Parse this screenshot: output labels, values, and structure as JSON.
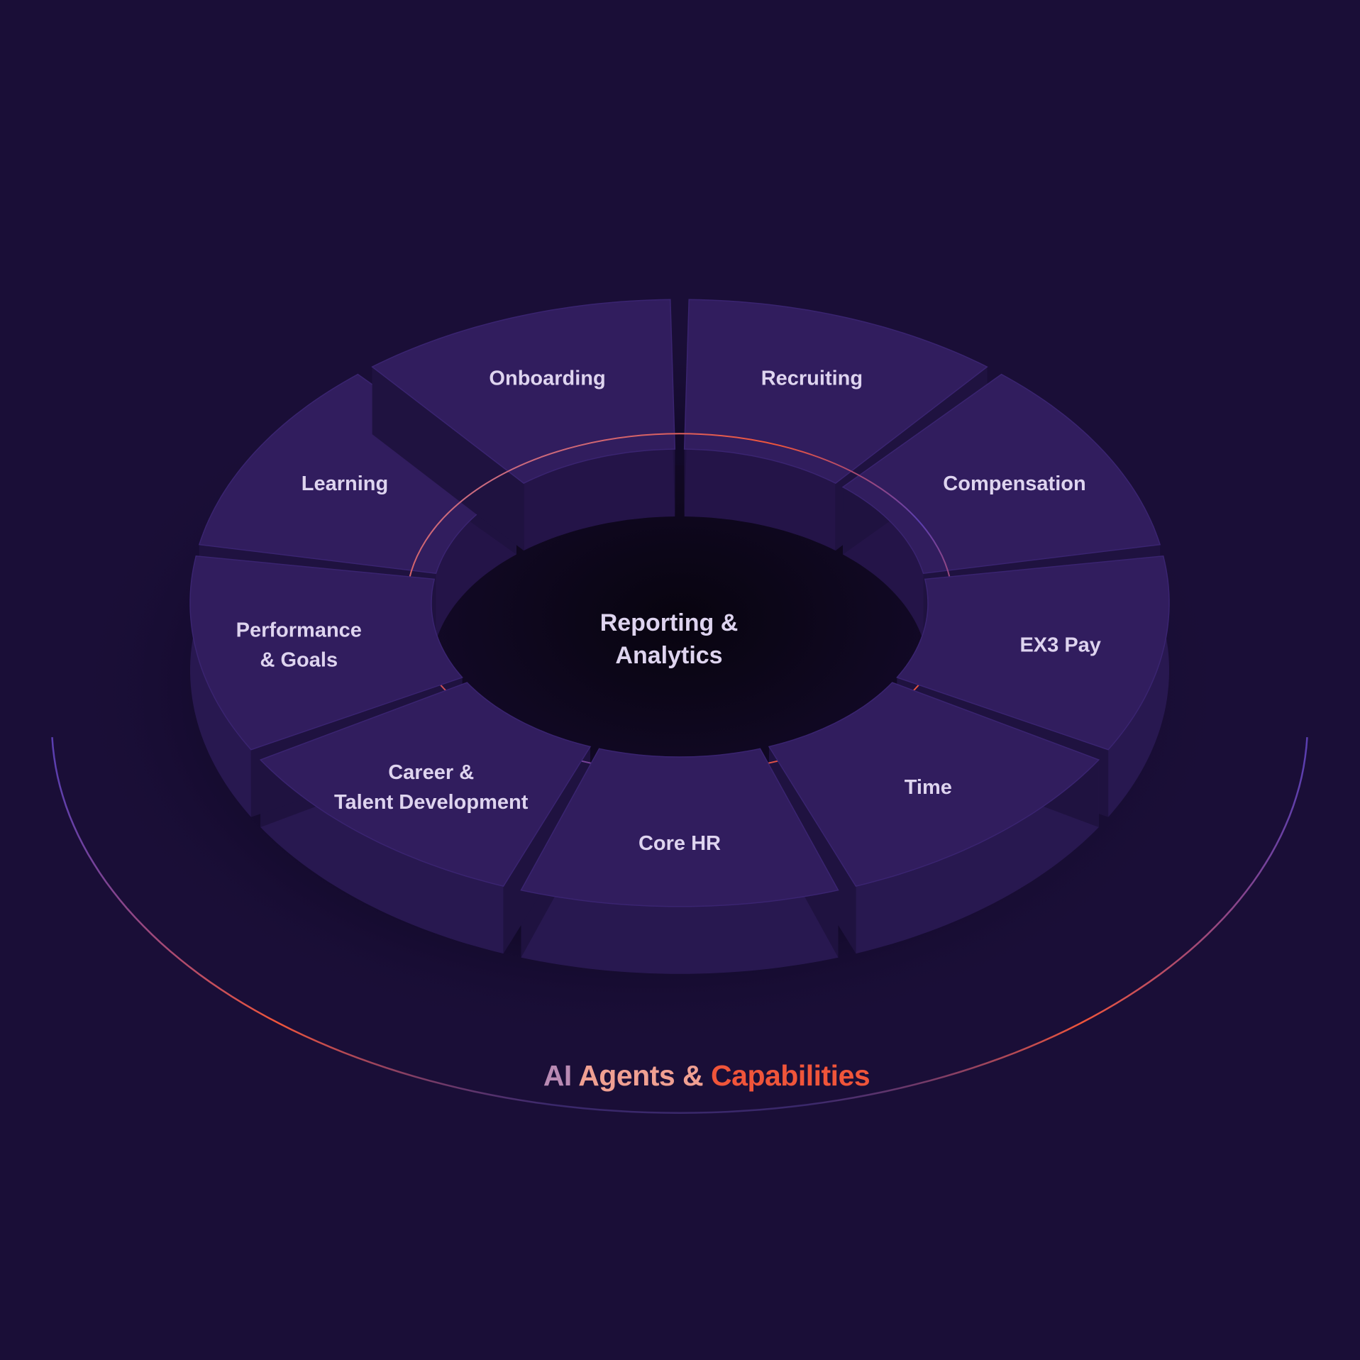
{
  "diagram": {
    "center": {
      "lines": [
        "Reporting &",
        "Analytics"
      ]
    },
    "segments": [
      {
        "id": "recruiting",
        "lines": [
          "Recruiting"
        ]
      },
      {
        "id": "compensation",
        "lines": [
          "Compensation"
        ]
      },
      {
        "id": "ex3-pay",
        "lines": [
          "EX3 Pay"
        ]
      },
      {
        "id": "time",
        "lines": [
          "Time"
        ]
      },
      {
        "id": "core-hr",
        "lines": [
          "Core HR"
        ]
      },
      {
        "id": "career-talent-development",
        "lines": [
          "Career &",
          "Talent Development"
        ]
      },
      {
        "id": "performance-goals",
        "lines": [
          "Performance",
          "& Goals"
        ]
      },
      {
        "id": "learning",
        "lines": [
          "Learning"
        ]
      },
      {
        "id": "onboarding",
        "lines": [
          "Onboarding"
        ]
      }
    ],
    "footer": {
      "parts": [
        {
          "text": "AI ",
          "color": "#b98ab4"
        },
        {
          "text": "Agents & ",
          "color": "#f0a092"
        },
        {
          "text": "Capabilities",
          "color": "#f0553a"
        }
      ]
    },
    "colors": {
      "background": "#1a0e37",
      "segment_top": "#311d5e",
      "segment_side": "#281850",
      "label": "#ded4ef",
      "accent_orange": "#f0553a",
      "accent_purple": "#5a3eb0"
    }
  }
}
